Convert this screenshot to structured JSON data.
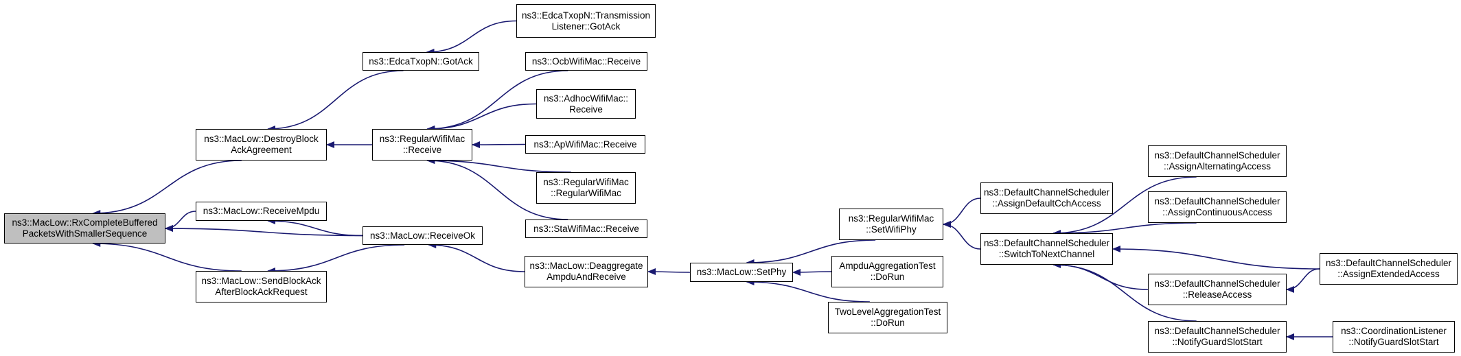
{
  "colors": {
    "edge": "#191970",
    "root_fill": "#bfbfbf",
    "node_fill": "#ffffff",
    "border": "#000000"
  },
  "nodes": [
    {
      "id": "root",
      "lines": [
        "ns3::MacLow::RxCompleteBuffered",
        "PacketsWithSmallerSequence"
      ]
    },
    {
      "id": "destroy",
      "lines": [
        "ns3::MacLow::DestroyBlock",
        "AckAgreement"
      ]
    },
    {
      "id": "receivempdu",
      "lines": [
        "ns3::MacLow::ReceiveMpdu"
      ]
    },
    {
      "id": "sendblockack",
      "lines": [
        "ns3::MacLow::SendBlockAck",
        "AfterBlockAckRequest"
      ]
    },
    {
      "id": "edcagotack",
      "lines": [
        "ns3::EdcaTxopN::GotAck"
      ]
    },
    {
      "id": "regreceive",
      "lines": [
        "ns3::RegularWifiMac",
        "::Receive"
      ]
    },
    {
      "id": "receiveok",
      "lines": [
        "ns3::MacLow::ReceiveOk"
      ]
    },
    {
      "id": "translistener",
      "lines": [
        "ns3::EdcaTxopN::Transmission",
        "Listener::GotAck"
      ]
    },
    {
      "id": "ocb",
      "lines": [
        "ns3::OcbWifiMac::Receive"
      ]
    },
    {
      "id": "adhoc",
      "lines": [
        "ns3::AdhocWifiMac::",
        "Receive"
      ]
    },
    {
      "id": "ap",
      "lines": [
        "ns3::ApWifiMac::Receive"
      ]
    },
    {
      "id": "regctor",
      "lines": [
        "ns3::RegularWifiMac",
        "::RegularWifiMac"
      ]
    },
    {
      "id": "sta",
      "lines": [
        "ns3::StaWifiMac::Receive"
      ]
    },
    {
      "id": "deagg",
      "lines": [
        "ns3::MacLow::Deaggregate",
        "AmpduAndReceive"
      ]
    },
    {
      "id": "setphy",
      "lines": [
        "ns3::MacLow::SetPhy"
      ]
    },
    {
      "id": "setwifiphy",
      "lines": [
        "ns3::RegularWifiMac",
        "::SetWifiPhy"
      ]
    },
    {
      "id": "ampdutest",
      "lines": [
        "AmpduAggregationTest",
        "::DoRun"
      ]
    },
    {
      "id": "twoleveltest",
      "lines": [
        "TwoLevelAggregationTest",
        "::DoRun"
      ]
    },
    {
      "id": "assigndefcch",
      "lines": [
        "ns3::DefaultChannelScheduler",
        "::AssignDefaultCchAccess"
      ]
    },
    {
      "id": "switchnext",
      "lines": [
        "ns3::DefaultChannelScheduler",
        "::SwitchToNextChannel"
      ]
    },
    {
      "id": "assignalt",
      "lines": [
        "ns3::DefaultChannelScheduler",
        "::AssignAlternatingAccess"
      ]
    },
    {
      "id": "assigncont",
      "lines": [
        "ns3::DefaultChannelScheduler",
        "::AssignContinuousAccess"
      ]
    },
    {
      "id": "release",
      "lines": [
        "ns3::DefaultChannelScheduler",
        "::ReleaseAccess"
      ]
    },
    {
      "id": "notifyguard",
      "lines": [
        "ns3::DefaultChannelScheduler",
        "::NotifyGuardSlotStart"
      ]
    },
    {
      "id": "assignext",
      "lines": [
        "ns3::DefaultChannelScheduler",
        "::AssignExtendedAccess"
      ]
    },
    {
      "id": "coordlistener",
      "lines": [
        "ns3::CoordinationListener",
        "::NotifyGuardSlotStart"
      ]
    }
  ],
  "edges": [
    [
      "destroy",
      "root"
    ],
    [
      "receivempdu",
      "root"
    ],
    [
      "receiveok",
      "root"
    ],
    [
      "sendblockack",
      "root"
    ],
    [
      "edcagotack",
      "destroy"
    ],
    [
      "regreceive",
      "destroy"
    ],
    [
      "translistener",
      "edcagotack"
    ],
    [
      "ocb",
      "regreceive"
    ],
    [
      "adhoc",
      "regreceive"
    ],
    [
      "ap",
      "regreceive"
    ],
    [
      "regctor",
      "regreceive"
    ],
    [
      "sta",
      "regreceive"
    ],
    [
      "receiveok",
      "receivempdu"
    ],
    [
      "receiveok",
      "sendblockack"
    ],
    [
      "deagg",
      "receiveok"
    ],
    [
      "setphy",
      "deagg"
    ],
    [
      "setwifiphy",
      "setphy"
    ],
    [
      "ampdutest",
      "setphy"
    ],
    [
      "twoleveltest",
      "setphy"
    ],
    [
      "assigndefcch",
      "setwifiphy"
    ],
    [
      "switchnext",
      "setwifiphy"
    ],
    [
      "assignalt",
      "switchnext"
    ],
    [
      "assigncont",
      "switchnext"
    ],
    [
      "release",
      "switchnext"
    ],
    [
      "notifyguard",
      "switchnext"
    ],
    [
      "assignext",
      "switchnext"
    ],
    [
      "assignext",
      "release"
    ],
    [
      "coordlistener",
      "notifyguard"
    ]
  ]
}
